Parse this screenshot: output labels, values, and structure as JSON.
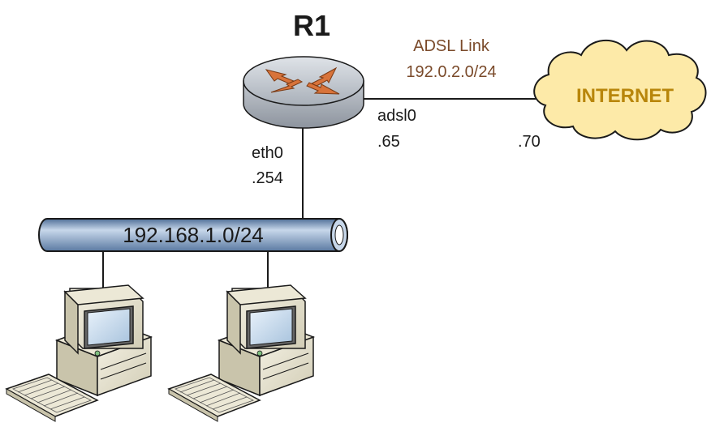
{
  "router": {
    "name": "R1"
  },
  "wan_link": {
    "name": "ADSL Link",
    "subnet": "192.0.2.0/24"
  },
  "cloud": {
    "label": "INTERNET"
  },
  "interfaces": {
    "adsl0": {
      "name": "adsl0",
      "host": ".65"
    },
    "eth0": {
      "name": "eth0",
      "host": ".254"
    },
    "remote": {
      "host": ".70"
    }
  },
  "lan": {
    "subnet": "192.168.1.0/24"
  },
  "colors": {
    "router_body": "#b8bec6",
    "router_arrows": "#d8733a",
    "link_label": "#7a4a2a",
    "cloud_fill": "#fdeaa8",
    "cloud_text": "#b8860b",
    "pipe": "#8fb0d2"
  }
}
